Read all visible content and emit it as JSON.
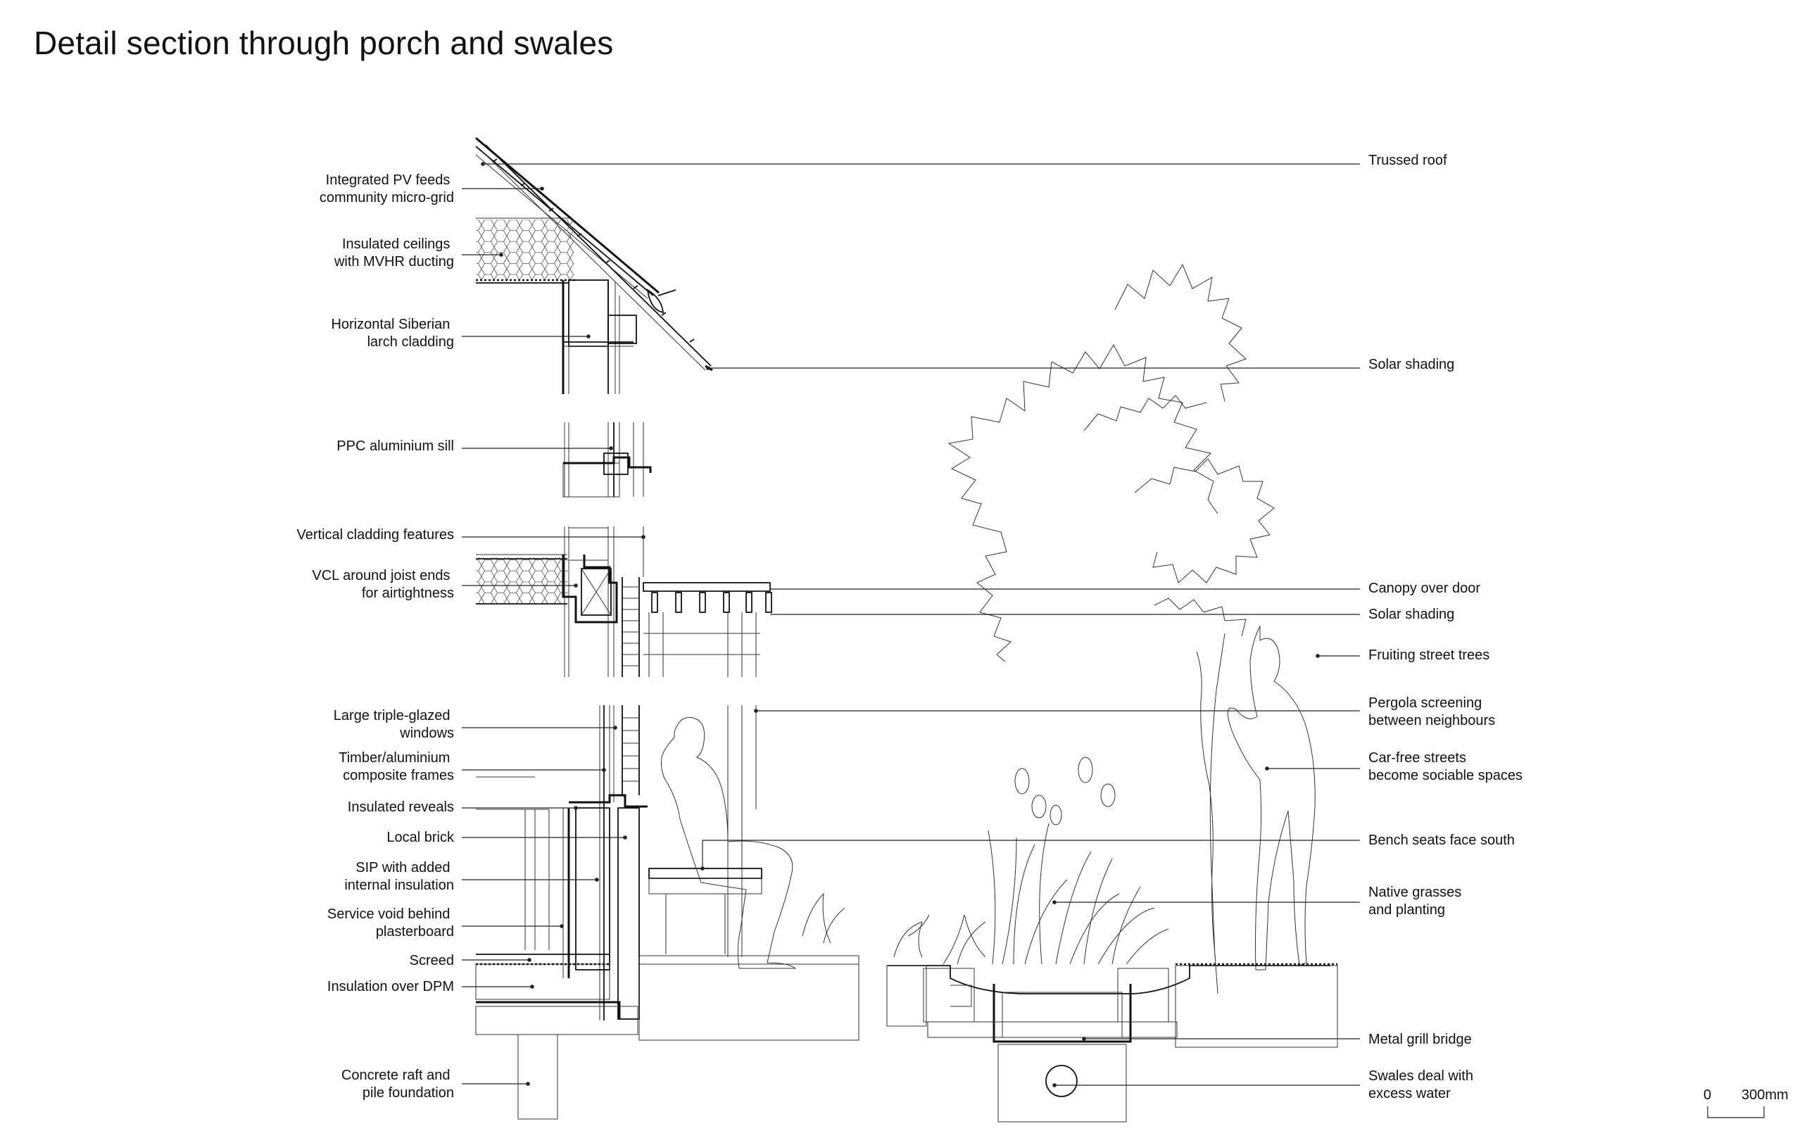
{
  "title": "Detail section through porch and swales",
  "labels_left": [
    {
      "id": "pv",
      "lines": [
        "Integrated PV feeds",
        "community micro-grid"
      ]
    },
    {
      "id": "ceiling",
      "lines": [
        "Insulated ceilings",
        "with MVHR ducting"
      ]
    },
    {
      "id": "larch",
      "lines": [
        "Horizontal Siberian",
        "larch cladding"
      ]
    },
    {
      "id": "sill",
      "lines": [
        "PPC aluminium sill"
      ]
    },
    {
      "id": "vcladding",
      "lines": [
        "Vertical cladding features"
      ]
    },
    {
      "id": "vcl",
      "lines": [
        "VCL around joist ends",
        "for airtightness"
      ]
    },
    {
      "id": "windows",
      "lines": [
        "Large triple-glazed",
        "windows"
      ]
    },
    {
      "id": "frames",
      "lines": [
        "Timber/aluminium",
        "composite frames"
      ]
    },
    {
      "id": "reveals",
      "lines": [
        "Insulated reveals"
      ]
    },
    {
      "id": "brick",
      "lines": [
        "Local brick"
      ]
    },
    {
      "id": "sip",
      "lines": [
        "SIP with added",
        "internal insulation"
      ]
    },
    {
      "id": "void",
      "lines": [
        "Service void behind",
        "plasterboard"
      ]
    },
    {
      "id": "screed",
      "lines": [
        "Screed"
      ]
    },
    {
      "id": "dpm",
      "lines": [
        "Insulation over DPM"
      ]
    },
    {
      "id": "raft",
      "lines": [
        "Concrete raft and",
        "pile foundation"
      ]
    }
  ],
  "labels_right": [
    {
      "id": "roof",
      "lines": [
        "Trussed roof"
      ]
    },
    {
      "id": "shading1",
      "lines": [
        "Solar shading"
      ]
    },
    {
      "id": "canopy",
      "lines": [
        "Canopy over door"
      ]
    },
    {
      "id": "shading2",
      "lines": [
        "Solar shading"
      ]
    },
    {
      "id": "trees",
      "lines": [
        "Fruiting street trees"
      ]
    },
    {
      "id": "pergola",
      "lines": [
        "Pergola screening",
        "between neighbours"
      ]
    },
    {
      "id": "carfree",
      "lines": [
        "Car-free streets",
        "become sociable spaces"
      ]
    },
    {
      "id": "bench",
      "lines": [
        "Bench seats face south"
      ]
    },
    {
      "id": "grasses",
      "lines": [
        "Native grasses",
        "and planting"
      ]
    },
    {
      "id": "grill",
      "lines": [
        "Metal grill bridge"
      ]
    },
    {
      "id": "swales",
      "lines": [
        "Swales deal with",
        "excess water"
      ]
    }
  ],
  "scale_bar": {
    "start_label": "0",
    "end_label": "300mm"
  }
}
